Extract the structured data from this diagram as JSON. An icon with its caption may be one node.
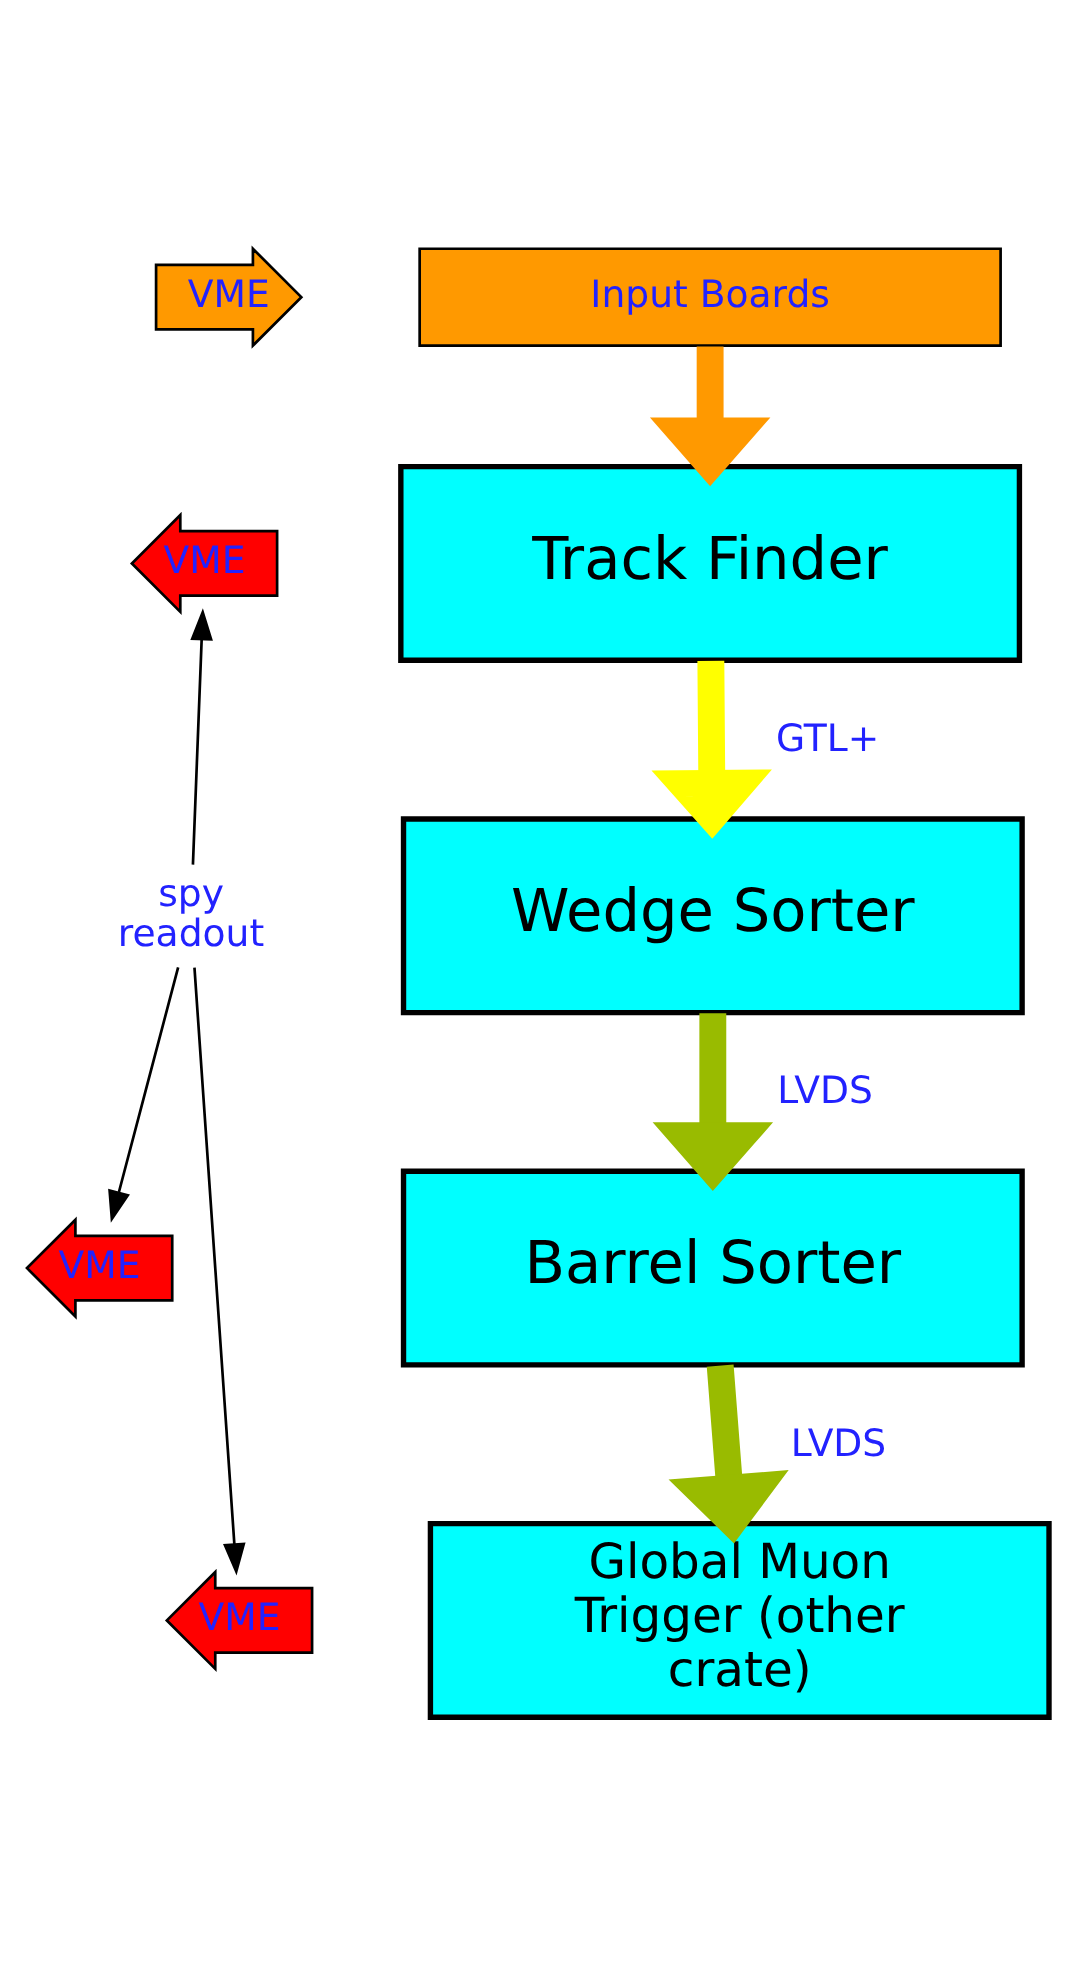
{
  "diagram": {
    "nodes": [
      {
        "text": [
          "VME"
        ]
      },
      {
        "text": [
          "Input Boards"
        ]
      },
      {
        "text": [
          "VME"
        ]
      },
      {
        "text": [
          "Track Finder"
        ]
      },
      {
        "text": [
          "Wedge Sorter"
        ]
      },
      {
        "text": [
          "spy readout"
        ]
      },
      {
        "text": [
          "VME"
        ]
      },
      {
        "text": [
          "Barrel Sorter"
        ]
      },
      {
        "text": [
          "VME"
        ]
      },
      {
        "text": [
          "Global Muon Trigger (other crate)"
        ]
      }
    ],
    "edges": [
      {
        "from": 1,
        "to": 3,
        "arrow": "to",
        "color": "#ff9900"
      },
      {
        "from": 3,
        "to": 4,
        "arrow": "to",
        "label": "GTL+",
        "color": "#ffff00"
      },
      {
        "from": 4,
        "to": 7,
        "arrow": "to",
        "label": "LVDS",
        "color": "#99bb00"
      },
      {
        "from": 7,
        "to": 9,
        "arrow": "to",
        "label": "LVDS",
        "color": "#99bb00"
      },
      {
        "from": 5,
        "to": 2,
        "arrow": "to"
      },
      {
        "from": 5,
        "to": 6,
        "arrow": "to"
      },
      {
        "from": 5,
        "to": 8,
        "arrow": "to"
      }
    ]
  }
}
